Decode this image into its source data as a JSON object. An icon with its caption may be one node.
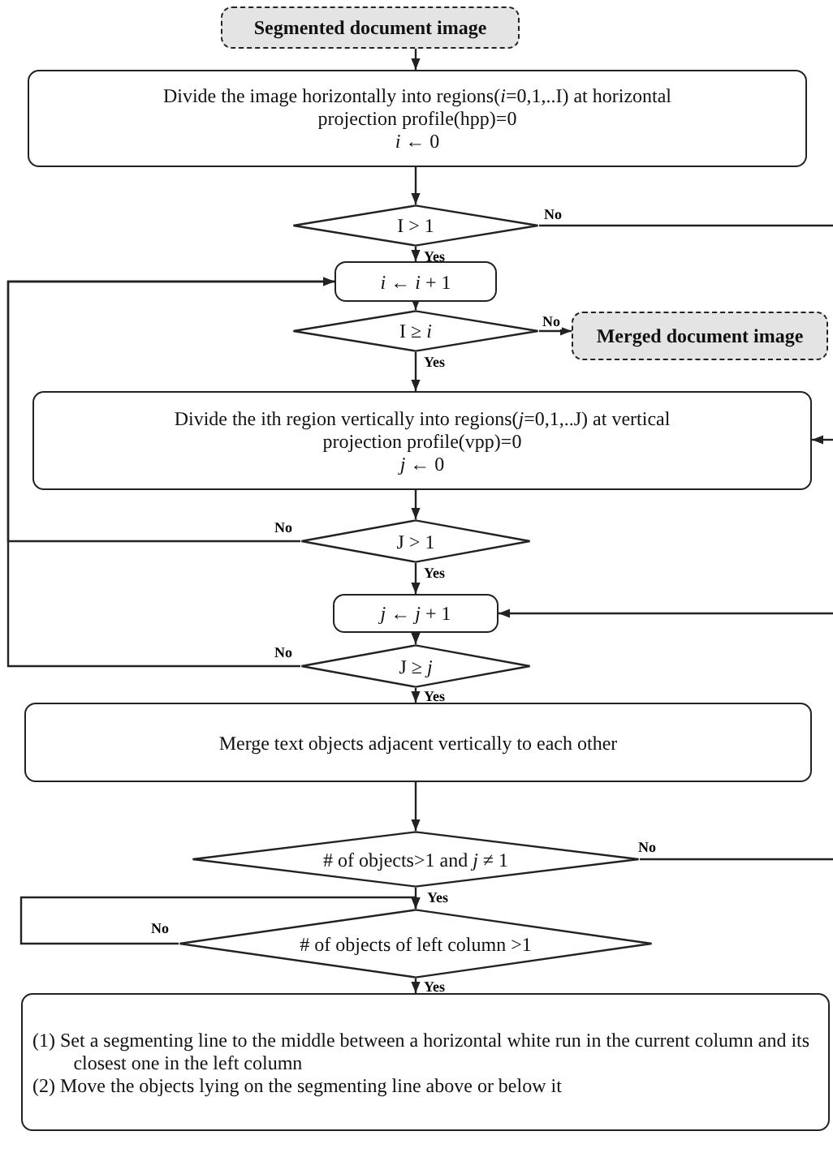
{
  "diagram": {
    "nodes": [
      {
        "text": [
          "Segmented document image"
        ]
      },
      {
        "text": [
          "Divide the image horizontally into regions(*i*=0,1,..I) at horizontal projection profile(hpp)=0",
          "*i* ← 0"
        ]
      },
      {
        "text": [
          "I > 1"
        ]
      },
      {
        "text": [
          "*i* ← *i* + 1"
        ]
      },
      {
        "text": [
          "I ≥ *i*"
        ]
      },
      {
        "text": [
          "Merged document image"
        ]
      },
      {
        "text": [
          "Divide the ith region vertically into regions(*j*=0,1,..J) at vertical projection profile(vpp)=0",
          "*j* ← 0"
        ]
      },
      {
        "text": [
          "J > 1"
        ]
      },
      {
        "text": [
          "*j* ← *j* + 1"
        ]
      },
      {
        "text": [
          "J ≥ *j*"
        ]
      },
      {
        "text": [
          "Merge text objects adjacent vertically to each other"
        ]
      },
      {
        "text": [
          "# of objects>1 and *j* ≠ 1"
        ]
      },
      {
        "text": [
          "# of objects of left column >1"
        ]
      },
      {
        "text": [
          "(1) Set a segmenting line to the middle between a horizontal white run in the current column and its closest one in the left column",
          "(2) Move the objects lying on the segmenting line above or below it"
        ]
      }
    ],
    "edges": [
      {
        "from": 0,
        "to": 1,
        "arrow": "to"
      },
      {
        "from": 1,
        "to": 2,
        "arrow": "to"
      },
      {
        "from": 2,
        "to": 3,
        "arrow": "to",
        "label": "Yes"
      },
      {
        "from": 2,
        "to": null,
        "arrow": "none",
        "label": "No"
      },
      {
        "from": 3,
        "to": 4,
        "arrow": "to"
      },
      {
        "from": 4,
        "to": 5,
        "arrow": "to",
        "label": "No"
      },
      {
        "from": 4,
        "to": 6,
        "arrow": "to",
        "label": "Yes"
      },
      {
        "from": null,
        "to": 6,
        "arrow": "to"
      },
      {
        "from": 6,
        "to": 7,
        "arrow": "to"
      },
      {
        "from": 7,
        "to": 8,
        "arrow": "to",
        "label": "Yes"
      },
      {
        "from": 7,
        "to": 3,
        "arrow": "to",
        "label": "No"
      },
      {
        "from": 8,
        "to": 9,
        "arrow": "to"
      },
      {
        "from": null,
        "to": 8,
        "arrow": "to"
      },
      {
        "from": 9,
        "to": 3,
        "arrow": "to",
        "label": "No"
      },
      {
        "from": 9,
        "to": 10,
        "arrow": "to",
        "label": "Yes"
      },
      {
        "from": 10,
        "to": 11,
        "arrow": "to"
      },
      {
        "from": 11,
        "to": 12,
        "arrow": "to",
        "label": "Yes"
      },
      {
        "from": 11,
        "to": null,
        "arrow": "none",
        "label": "No"
      },
      {
        "from": 12,
        "to": 12,
        "arrow": "to",
        "label": "No"
      },
      {
        "from": 12,
        "to": 13,
        "arrow": "to",
        "label": "Yes"
      }
    ]
  }
}
